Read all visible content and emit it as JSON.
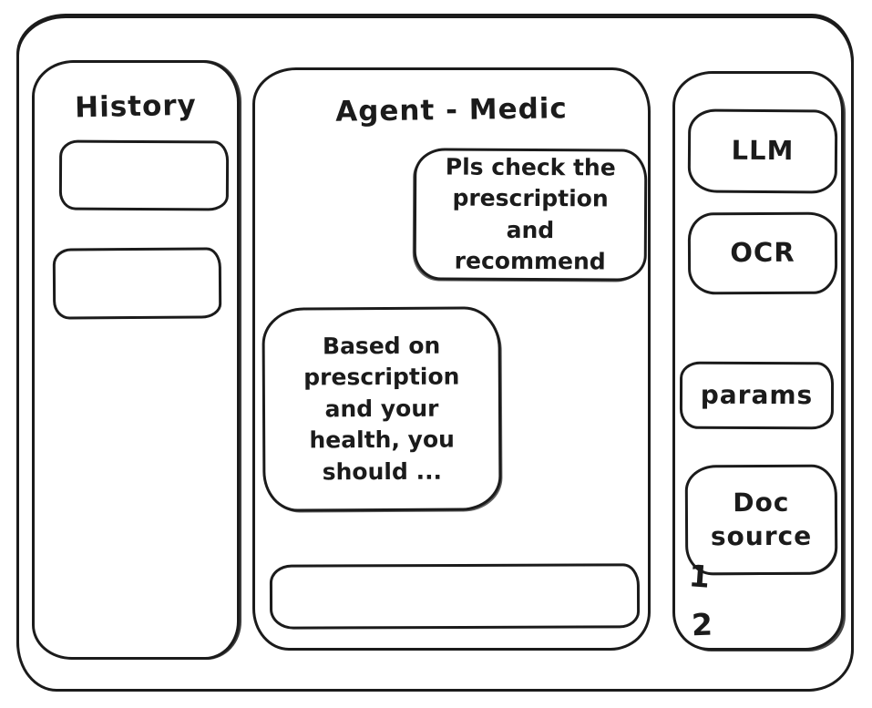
{
  "window": {
    "type": "hand-drawn wireframe"
  },
  "history": {
    "title": "History",
    "items": [
      {
        "label": ""
      },
      {
        "label": ""
      }
    ]
  },
  "chat": {
    "title": "Agent - Medic",
    "messages": [
      {
        "role": "user",
        "text": "Pls check the prescription and recommend"
      },
      {
        "role": "assistant",
        "text": "Based on prescription and your health, you should ..."
      }
    ],
    "input": {
      "value": ""
    }
  },
  "tools": {
    "buttons": [
      {
        "label": "LLM"
      },
      {
        "label": "OCR"
      },
      {
        "label": "params"
      },
      {
        "label": "Doc source"
      }
    ],
    "doc_list": [
      {
        "label": "1"
      },
      {
        "label": "2"
      }
    ]
  },
  "colors": {
    "ink": "#1b1b1b",
    "background": "#ffffff"
  }
}
